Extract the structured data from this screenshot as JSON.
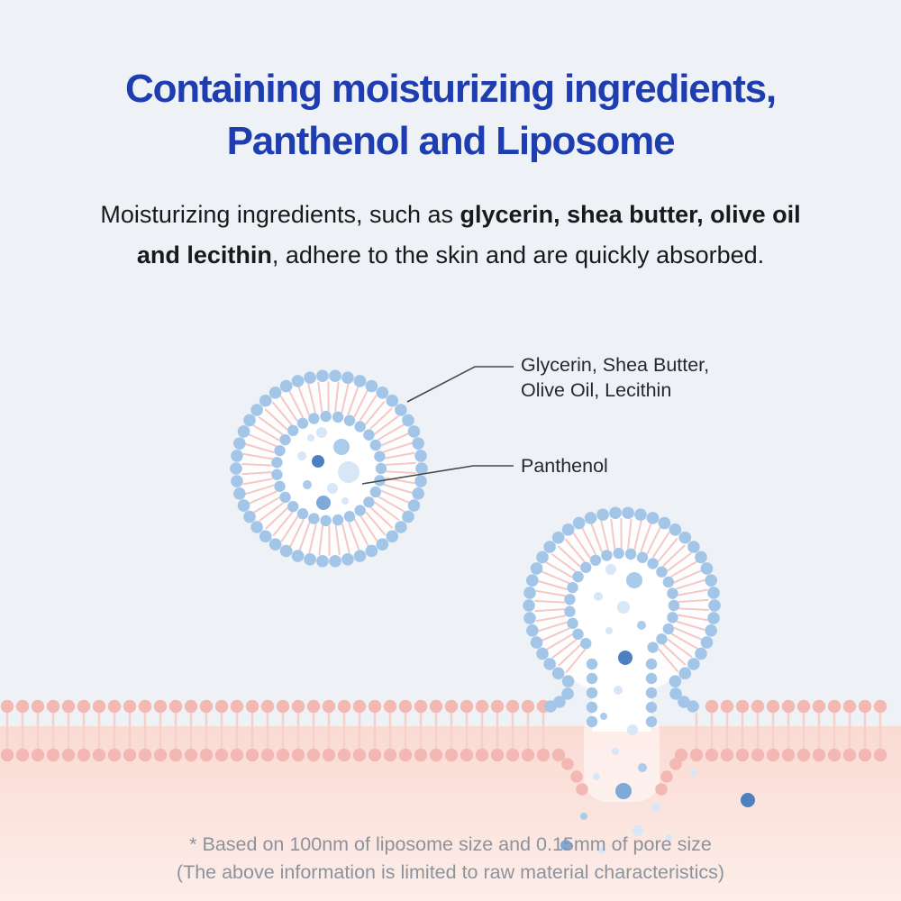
{
  "page": {
    "title_line1": "Containing moisturizing ingredients,",
    "title_line2": "Panthenol and Liposome",
    "subtitle": {
      "part1": "Moisturizing ingredients, such as ",
      "bold_a": "glycerin, shea butter, olive oil",
      "bold_b": "and lecithin",
      "part2": ", adhere to the skin and are quickly absorbed."
    },
    "labels": {
      "outer_shell": {
        "line1": "Glycerin, Shea Butter,",
        "line2": "Olive Oil, Lecithin"
      },
      "inner": "Panthenol"
    },
    "footnote": {
      "line1": "* Based on 100nm of liposome size and 0.15mm of pore size",
      "line2": "(The above information is limited to raw material characteristics)"
    }
  },
  "colors": {
    "background": "#eef2f6",
    "title_blue": "#1d3db0",
    "body_text": "#19191b",
    "footnote_gray": "#8d929b",
    "connector_line": "#46484c",
    "liposome_dot_blue": "#a3c6e8",
    "lipid_tail_pink": "#f4c8c5",
    "membrane_dot_pink": "#f4b8b4",
    "membrane_tail_pink": "#f7d0cb",
    "skin_fill_top": "#fadbd4",
    "skin_fill_bottom": "#fdede8",
    "panthenol_light": "#d7e7f7",
    "panthenol_medium": "#aacbec",
    "panthenol_mid": "#7ea9d9",
    "panthenol_deep": "#4e80c1"
  }
}
